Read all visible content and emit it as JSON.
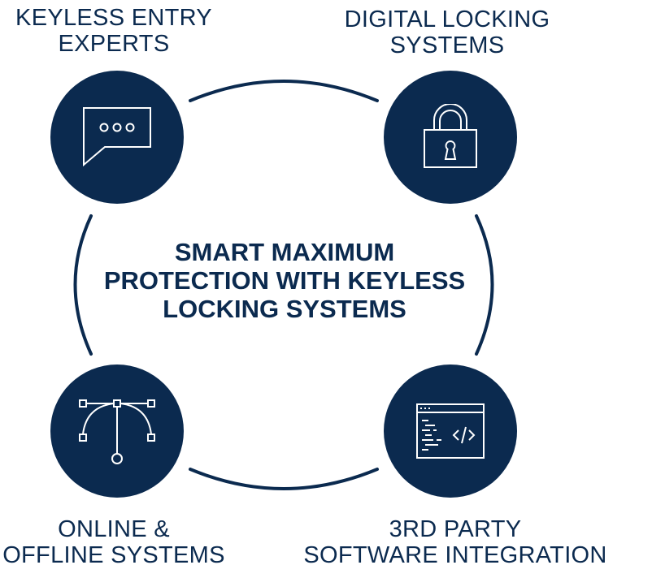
{
  "center": {
    "line1": "SMART MAXIMUM",
    "line2": "PROTECTION WITH KEYLESS",
    "line3": "LOCKING SYSTEMS"
  },
  "nodes": {
    "top_left": {
      "icon": "chat-bubble-icon",
      "line1": "KEYLESS ENTRY",
      "line2": "EXPERTS"
    },
    "top_right": {
      "icon": "padlock-icon",
      "line1": "DIGITAL LOCKING",
      "line2": "SYSTEMS"
    },
    "bottom_left": {
      "icon": "vector-path-icon",
      "line1": "ONLINE &",
      "line2": "OFFLINE SYSTEMS"
    },
    "bottom_right": {
      "icon": "code-window-icon",
      "line1": "3RD PARTY",
      "line2": "SOFTWARE INTEGRATION"
    }
  },
  "colors": {
    "navy": "#0b2a4f",
    "icon_stroke": "#ffffff",
    "background": "#ffffff"
  }
}
